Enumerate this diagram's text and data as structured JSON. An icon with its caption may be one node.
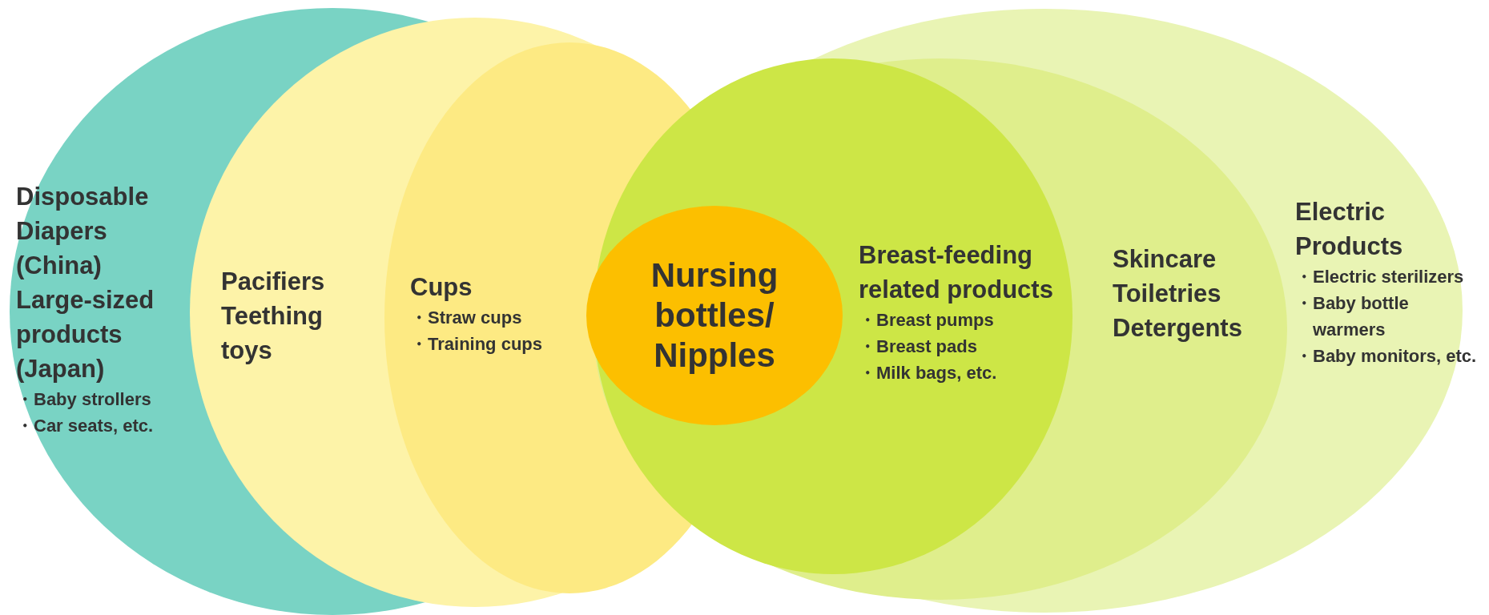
{
  "diagram": {
    "nodes": [
      {
        "text": [
          "Disposable Diapers (China)",
          "Large-sized products (Japan)",
          "・Baby strollers",
          "・Car seats, etc."
        ]
      },
      {
        "text": [
          "Pacifiers",
          "Teething toys"
        ]
      },
      {
        "text": [
          "Cups",
          "・Straw cups",
          "・Training cups"
        ],
        "in": 1
      },
      {
        "text": [
          "Electric Products",
          "・Electric sterilizers",
          "・Baby bottle warmers",
          "・Baby monitors, etc."
        ]
      },
      {
        "text": [
          "Skincare",
          "Toiletries",
          "Detergents"
        ],
        "in": 3
      },
      {
        "text": [
          "Breast-feeding related products",
          "・Breast pumps",
          "・Breast pads",
          "・Milk bags, etc."
        ],
        "in": 4
      },
      {
        "text": [
          "Nursing bottles/ Nipples"
        ],
        "in": 5
      }
    ]
  }
}
